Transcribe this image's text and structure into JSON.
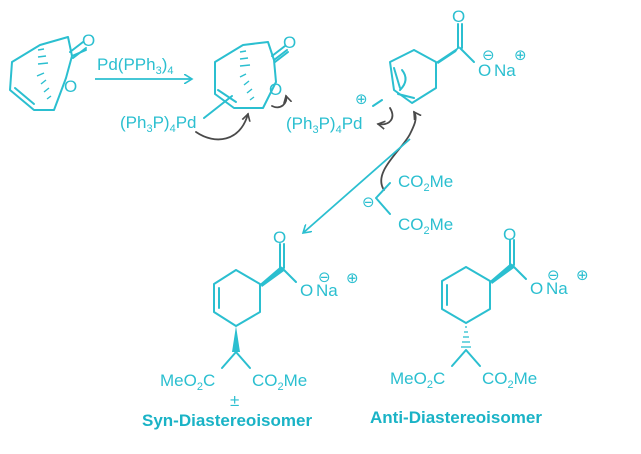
{
  "scheme": {
    "accent_color": "#2bbfd0",
    "arrow_color": "#4a4a4a",
    "reagent": {
      "text": "Pd(PPh",
      "sub1": "3",
      "close": ")",
      "sub2": "4"
    },
    "pd_complex_1": {
      "text": "(Ph",
      "sub1": "3",
      "mid": "P)",
      "sub2": "4",
      "end": "Pd"
    },
    "pd_complex_2": {
      "text": "(Ph",
      "sub1": "3",
      "mid": "P)",
      "sub2": "4",
      "end": "Pd",
      "charge": "⊕"
    },
    "atoms": {
      "O": "O",
      "Na": "Na",
      "neg": "⊖",
      "pos": "⊕"
    },
    "malonate": {
      "top_group": {
        "a": "CO",
        "sub": "2",
        "b": "Me"
      },
      "bottom_group": {
        "a": "CO",
        "sub": "2",
        "b": "Me"
      },
      "charge": "⊖"
    },
    "products": [
      {
        "left_group": {
          "a": "MeO",
          "sub": "2",
          "b": "C"
        },
        "right_group": {
          "a": "CO",
          "sub": "2",
          "b": "Me"
        },
        "racemic_mark": "±",
        "caption": "Syn-Diastereoisomer"
      },
      {
        "left_group": {
          "a": "MeO",
          "sub": "2",
          "b": "C"
        },
        "right_group": {
          "a": "CO",
          "sub": "2",
          "b": "Me"
        },
        "caption": "Anti-Diastereoisomer"
      }
    ]
  }
}
